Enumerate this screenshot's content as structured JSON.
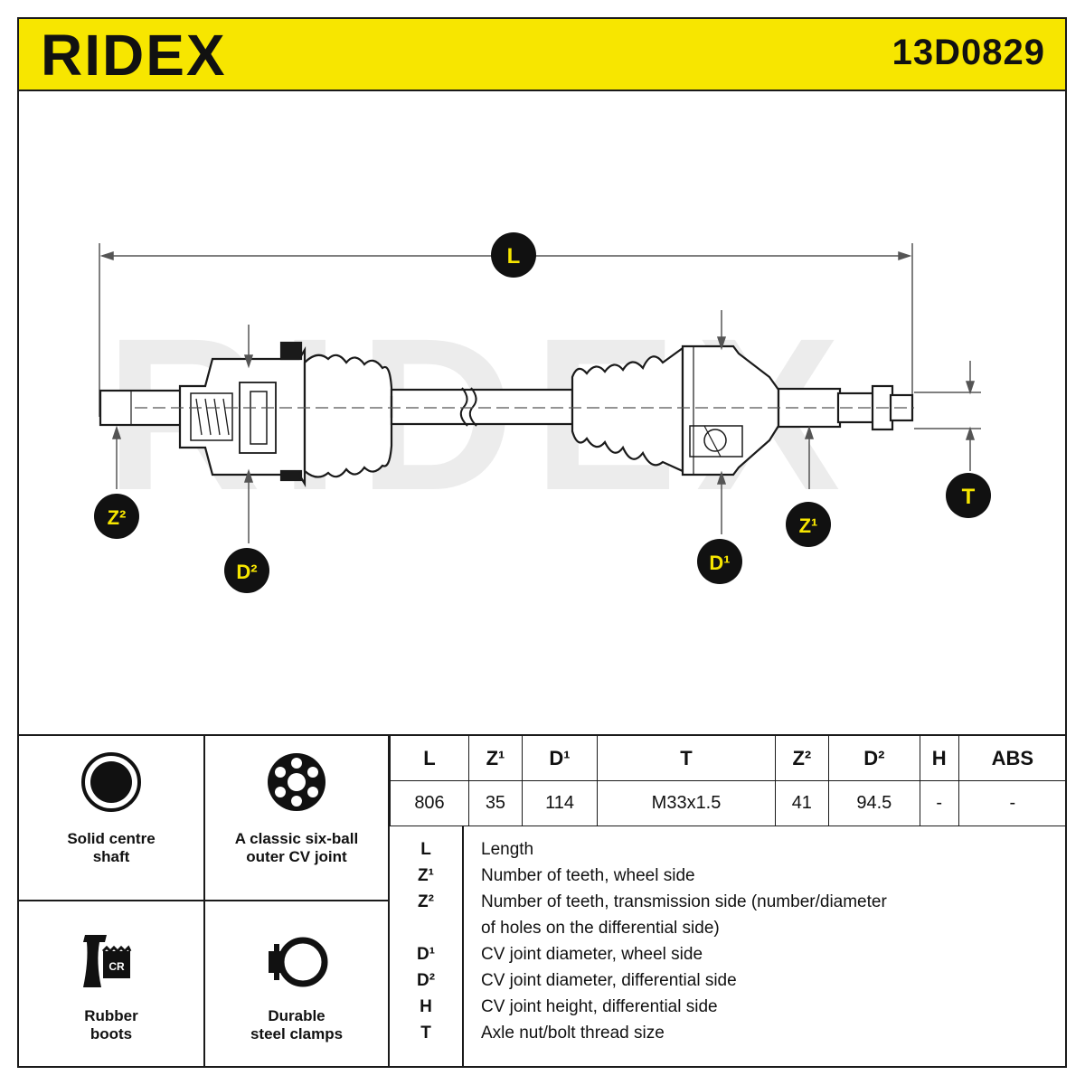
{
  "header": {
    "brand": "RIDEX",
    "part_number": "13D0829"
  },
  "diagram": {
    "watermark": "RIDEX",
    "callouts": {
      "L": "L",
      "Z2": "Z²",
      "D2": "D²",
      "D1": "D¹",
      "Z1": "Z¹",
      "T": "T"
    }
  },
  "features": [
    {
      "label_line1": "Solid centre",
      "label_line2": "shaft",
      "icon": "solid-circle-icon"
    },
    {
      "label_line1": "A classic six-ball",
      "label_line2": "outer CV joint",
      "icon": "six-ball-joint-icon"
    },
    {
      "label_line1": "Rubber",
      "label_line2": "boots",
      "icon": "rubber-boot-cr-icon"
    },
    {
      "label_line1": "Durable",
      "label_line2": "steel clamps",
      "icon": "steel-clamp-icon"
    }
  ],
  "specs": {
    "headers": [
      "L",
      "Z¹",
      "D¹",
      "T",
      "Z²",
      "D²",
      "H",
      "ABS"
    ],
    "values": [
      "806",
      "35",
      "114",
      "M33x1.5",
      "41",
      "94.5",
      "-",
      "-"
    ]
  },
  "legend": [
    {
      "symbol": "L",
      "text": "Length"
    },
    {
      "symbol": "Z¹",
      "text": "Number of teeth, wheel side"
    },
    {
      "symbol": "Z²",
      "text": "Number of teeth, transmission side (number/diameter"
    },
    {
      "symbol": "",
      "text": "of holes on the differential side)"
    },
    {
      "symbol": "D¹",
      "text": "CV joint diameter, wheel side"
    },
    {
      "symbol": "D²",
      "text": "CV joint diameter, differential side"
    },
    {
      "symbol": "H",
      "text": "CV joint height, differential side"
    },
    {
      "symbol": "T",
      "text": "Axle nut/bolt thread size"
    }
  ],
  "colors": {
    "header_bg": "#f7e600",
    "callout_bg": "#111111",
    "callout_text": "#f7e600",
    "outline": "#1a1a1a"
  }
}
